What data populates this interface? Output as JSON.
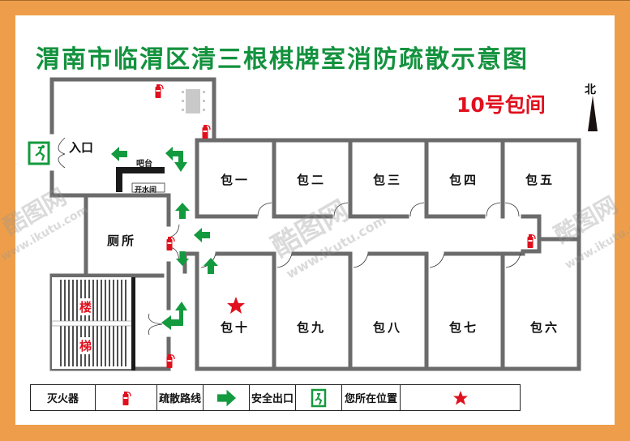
{
  "header": {
    "title": "渭南市临渭区清三根棋牌室消防疏散示意图",
    "subtitle": "10号包间",
    "north_label": "北"
  },
  "colors": {
    "border": "#EE9E4A",
    "title": "#13923E",
    "accent_red": "#E0101E",
    "arrow_green": "#139A3E",
    "wall": "#6b6b6b"
  },
  "floorplan": {
    "entrance_label": "入口",
    "bar_label": "吧台",
    "water_room_label": "开水间",
    "toilet_label": "厕所",
    "stairs_label_1": "楼",
    "stairs_label_2": "梯",
    "rooms_north": [
      "包一",
      "包二",
      "包三",
      "包四",
      "包五"
    ],
    "rooms_south": [
      "包十",
      "包九",
      "包八",
      "包七",
      "包六"
    ],
    "current_location_room": "包十"
  },
  "legend": {
    "items": [
      {
        "label": "灭火器",
        "icon": "fire-extinguisher-icon"
      },
      {
        "label": "疏散路线",
        "icon": "evacuation-arrow-icon"
      },
      {
        "label": "安全出口",
        "icon": "emergency-exit-icon"
      },
      {
        "label": "您所在位置",
        "icon": "star-icon"
      }
    ]
  },
  "watermark": {
    "brand": "酷图网",
    "url": "www.ikutu.com"
  }
}
